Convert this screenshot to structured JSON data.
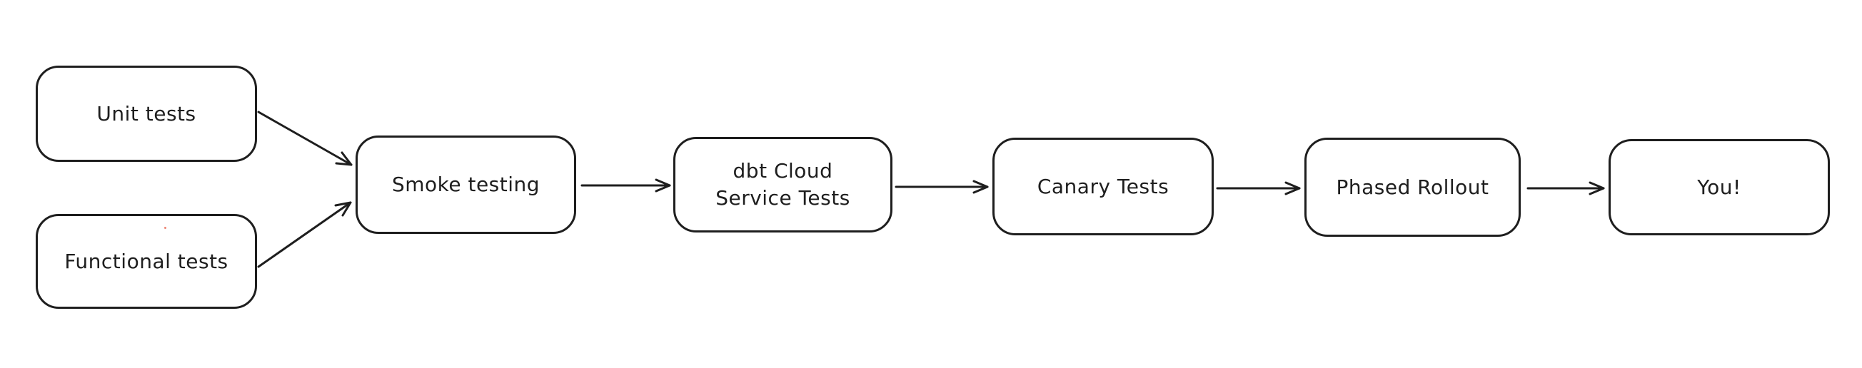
{
  "diagram": {
    "type": "flowchart",
    "style": "hand-drawn",
    "colors": {
      "stroke": "#1e1e1e",
      "canvas_background": "#ffffff",
      "node_fill": "#ffffff",
      "stray_dot": "#ee8473"
    },
    "nodes": [
      {
        "id": "unit-tests",
        "label": "Unit tests"
      },
      {
        "id": "functional-tests",
        "label": "Functional tests"
      },
      {
        "id": "smoke-testing",
        "label": "Smoke testing"
      },
      {
        "id": "dbt-cloud-service-tests",
        "label": "dbt Cloud\nService Tests"
      },
      {
        "id": "canary-tests",
        "label": "Canary Tests"
      },
      {
        "id": "phased-rollout",
        "label": "Phased Rollout"
      },
      {
        "id": "you",
        "label": "You!"
      }
    ],
    "edges": [
      {
        "from": "unit-tests",
        "to": "smoke-testing"
      },
      {
        "from": "functional-tests",
        "to": "smoke-testing"
      },
      {
        "from": "smoke-testing",
        "to": "dbt-cloud-service-tests"
      },
      {
        "from": "dbt-cloud-service-tests",
        "to": "canary-tests"
      },
      {
        "from": "canary-tests",
        "to": "phased-rollout"
      },
      {
        "from": "phased-rollout",
        "to": "you"
      }
    ]
  }
}
